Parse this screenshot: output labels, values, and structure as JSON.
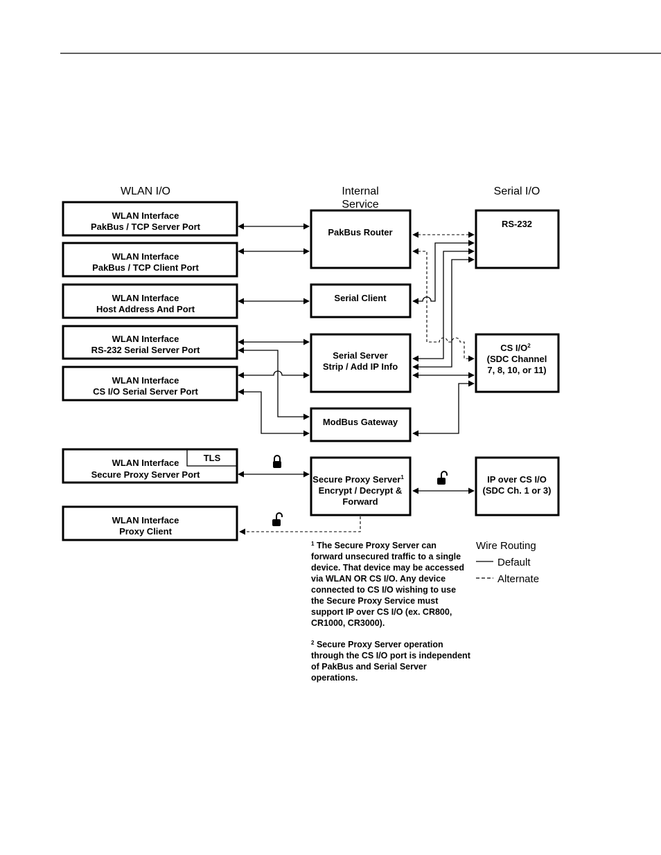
{
  "headers": {
    "wlan": "WLAN I/O",
    "internal": [
      "Internal",
      "Service"
    ],
    "serial": "Serial I/O"
  },
  "wlan_boxes": [
    [
      "WLAN Interface",
      "PakBus / TCP Server Port"
    ],
    [
      "WLAN Interface",
      "PakBus / TCP Client Port"
    ],
    [
      "WLAN Interface",
      "Host Address And Port"
    ],
    [
      "WLAN Interface",
      "RS-232 Serial Server Port"
    ],
    [
      "WLAN Interface",
      "CS I/O Serial Server Port"
    ],
    [
      "WLAN Interface",
      "Secure Proxy Server Port"
    ],
    [
      "WLAN Interface",
      "Proxy Client"
    ]
  ],
  "tls_label": "TLS",
  "service_boxes": {
    "pakbus_router": "PakBus Router",
    "serial_client": "Serial Client",
    "serial_server": [
      "Serial Server",
      "Strip / Add IP Info"
    ],
    "modbus_gateway": "ModBus Gateway",
    "secure_proxy": [
      "Secure Proxy Server",
      "Encrypt / Decrypt &",
      "Forward"
    ],
    "secure_proxy_sup": "1"
  },
  "serial_boxes": {
    "rs232": "RS-232",
    "csio": [
      "CS I/O",
      "(SDC Channel",
      "7, 8, 10, or 11)"
    ],
    "csio_sup": "2",
    "ip_over_csio": [
      "IP over CS I/O",
      "(SDC Ch. 1 or 3)"
    ]
  },
  "footnotes": {
    "note1_marker": "1",
    "note1": [
      "The Secure Proxy Server can",
      "forward unsecured traffic to a single",
      "device. That device may be accessed",
      "via WLAN OR CS I/O. Any device",
      "connected to CS I/O wishing to use",
      "the Secure Proxy Service must",
      "support IP over CS I/O (ex. CR800,",
      "CR1000, CR3000)."
    ],
    "note2_marker": "2",
    "note2": [
      "Secure Proxy Server operation",
      "through the CS I/O port is independent",
      "of PakBus and Serial Server",
      "operations."
    ]
  },
  "legend": {
    "title": "Wire Routing",
    "default": "Default",
    "alternate": "Alternate"
  }
}
